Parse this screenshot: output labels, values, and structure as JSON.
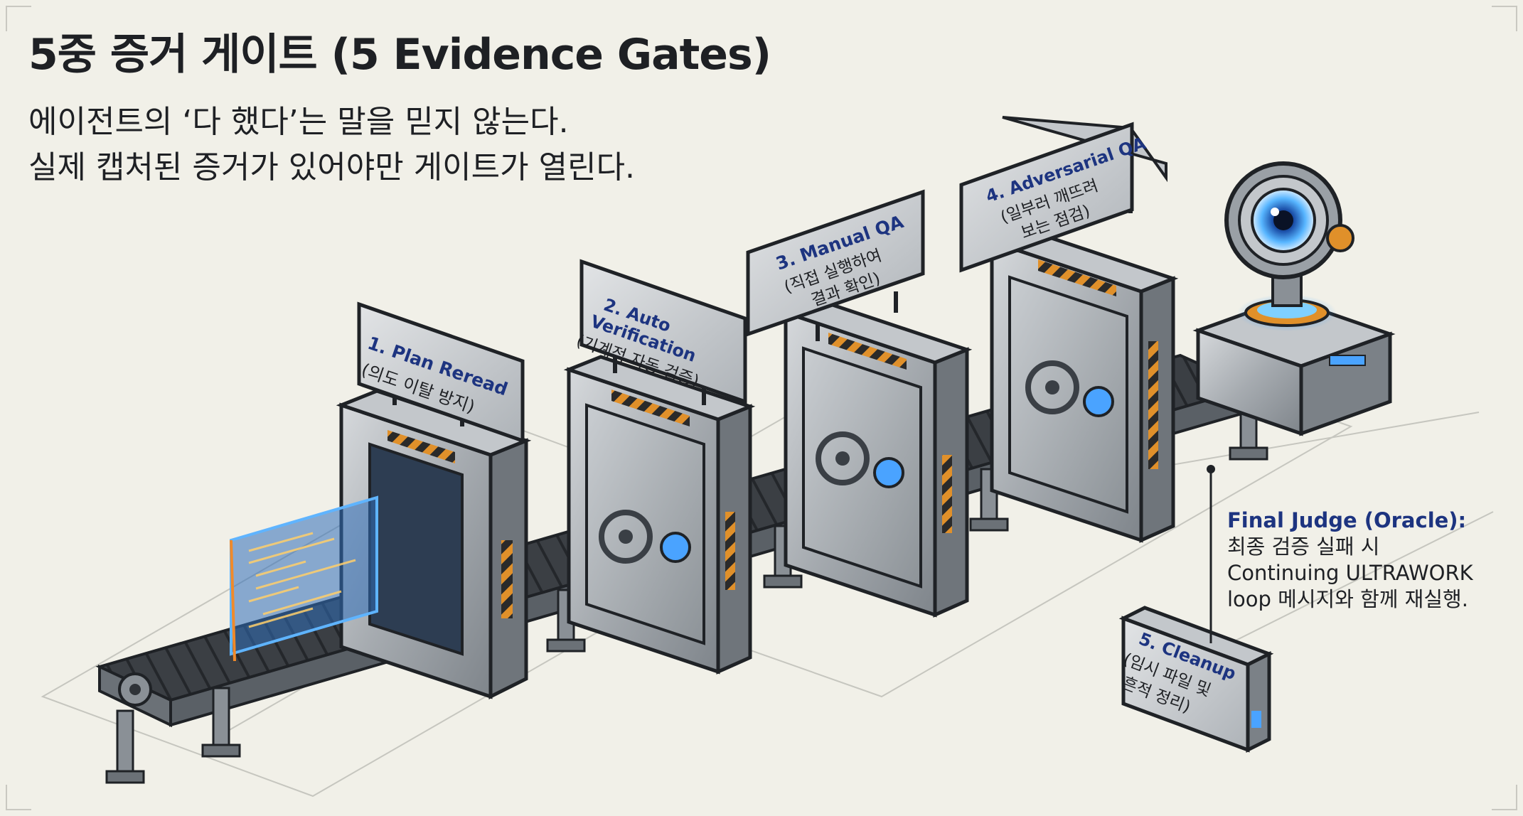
{
  "title": "5중 증거 게이트 (5 Evidence Gates)",
  "subtitle_lines": [
    "에이전트의 ‘다 했다’는 말을 믿지 않는다.",
    "실제 캡처된 증거가 있어야만 게이트가 열린다."
  ],
  "gates": [
    {
      "label": "1. Plan Reread",
      "sub": "(의도 이탈 방지)"
    },
    {
      "label": "2. Auto Verification",
      "label_lines": [
        "2. Auto",
        "Verification"
      ],
      "sub": "(기계적 자동 검증)"
    },
    {
      "label": "3. Manual QA",
      "sub_lines": [
        "(직접 실행하여",
        "결과 확인)"
      ]
    },
    {
      "label": "4. Adversarial QA",
      "sub_lines": [
        "(일부러 깨뜨려",
        "보는 점검)"
      ]
    },
    {
      "label": "5. Cleanup",
      "sub_lines": [
        "(임시 파일 및",
        "흔적 정리)"
      ]
    }
  ],
  "oracle": {
    "title": "Final Judge (Oracle):",
    "lines": [
      "최종 검증 실패 시",
      "Continuing ULTRAWORK",
      "loop 메시지와 함께 재실행."
    ]
  },
  "colors": {
    "accent_blue": "#1d3480",
    "hazard_orange": "#e0902a",
    "glow_blue": "#3aa0ff",
    "metal": "#a9adb1",
    "dark_metal": "#2f3338"
  }
}
